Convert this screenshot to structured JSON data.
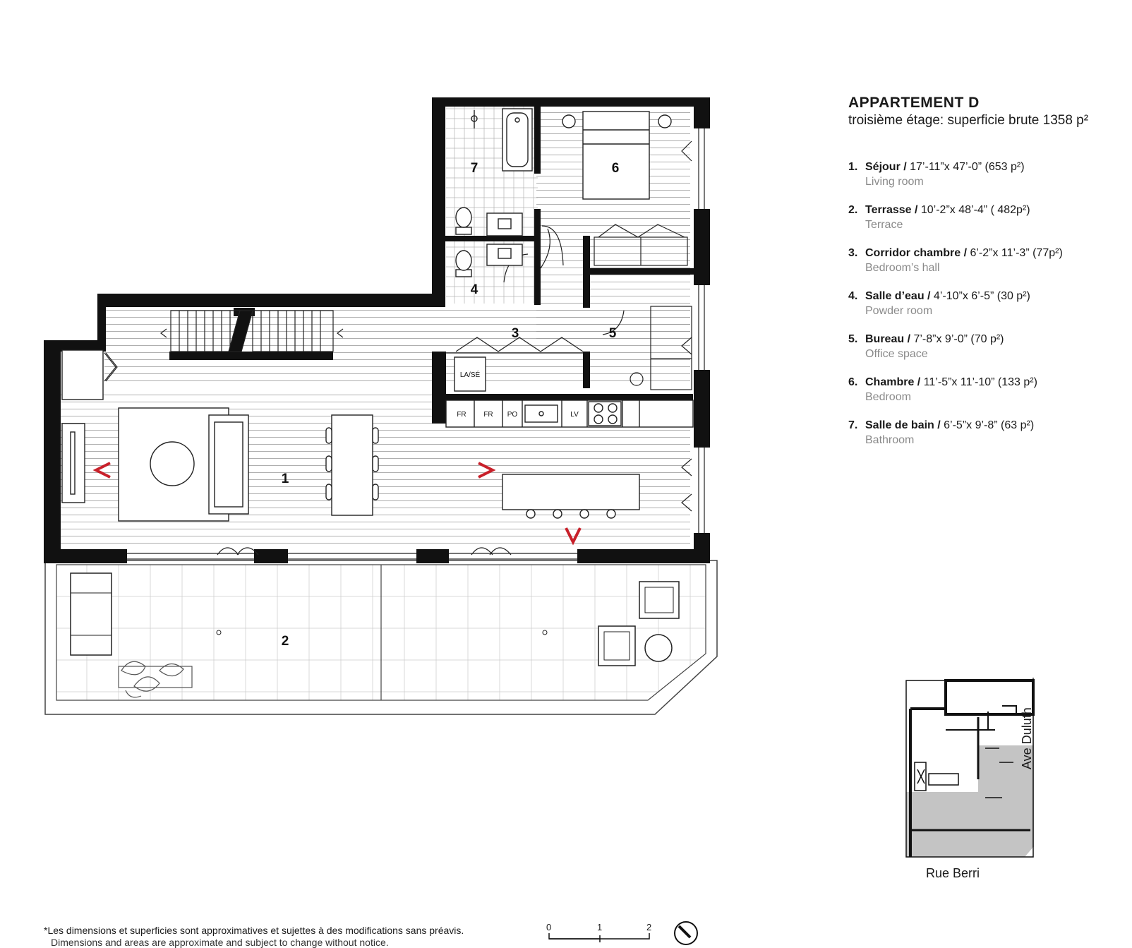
{
  "header": {
    "title": "APPARTEMENT  D",
    "subtitle": "troisième étage: superficie brute 1358 p²"
  },
  "rooms": [
    {
      "num": "1.",
      "name": "Séjour /",
      "dims": " 17’-11”x 47’-0” (653 p²)",
      "en": "Living room"
    },
    {
      "num": "2.",
      "name": "Terrasse /",
      "dims": " 10’-2”x 48’-4” ( 482p²)",
      "en": "Terrace"
    },
    {
      "num": "3.",
      "name": "Corridor chambre /",
      "dims": " 6’-2”x 11’-3” (77p²)",
      "en": "Bedroom’s hall"
    },
    {
      "num": "4.",
      "name": "Salle d’eau /",
      "dims": " 4’-10”x 6’-5”  (30 p²)",
      "en": "Powder room"
    },
    {
      "num": "5.",
      "name": "Bureau  /",
      "dims": " 7’-8”x 9’-0”  (70 p²)",
      "en": "Office space"
    },
    {
      "num": "6.",
      "name": "Chambre  /",
      "dims": " 11’-5”x 11’-10” (133 p²)",
      "en": "Bedroom"
    },
    {
      "num": "7.",
      "name": "Salle de bain  /",
      "dims": " 6’-5”x 9’-8” (63 p²)",
      "en": "Bathroom"
    }
  ],
  "plan_labels": {
    "room1": "1",
    "room2": "2",
    "room3": "3",
    "room4": "4",
    "room5": "5",
    "room6": "6",
    "room7": "7"
  },
  "fixtures": {
    "laundry": "LA/SÉ",
    "fridge1": "FR",
    "fridge2": "FR",
    "pantry": "PO",
    "dishwasher": "LV"
  },
  "key_plan": {
    "street_south": "Rue Berri",
    "street_east": "Ave Duluth"
  },
  "scale": {
    "marks": [
      "0",
      "1",
      "2"
    ]
  },
  "footnote": {
    "fr": "*Les dimensions et superficies sont approximatives et sujettes à des modifications sans préavis.",
    "en": "Dimensions and areas are approximate and subject to change without notice."
  },
  "colors": {
    "walls": "#111111",
    "accent": "#c8202a",
    "shaded": "#c4c4c4"
  }
}
